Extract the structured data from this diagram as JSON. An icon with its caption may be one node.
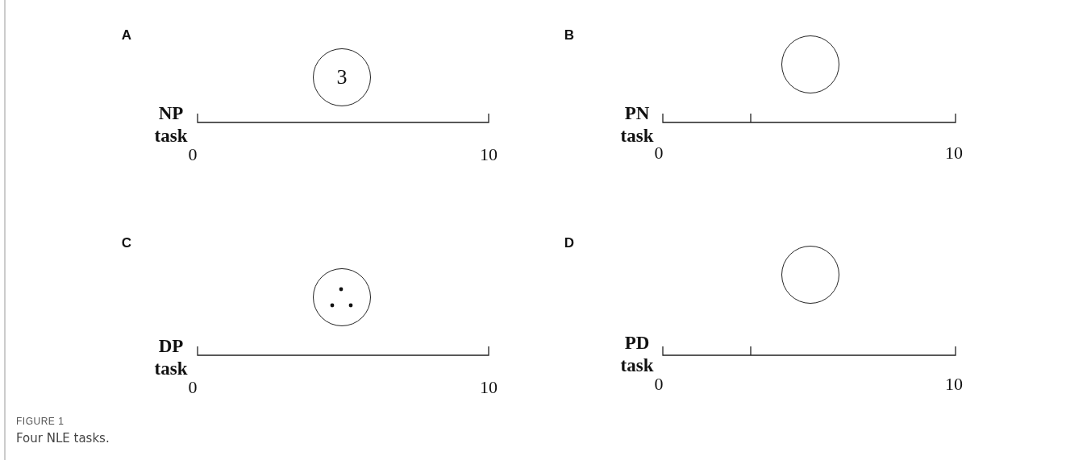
{
  "diagram": {
    "caption": "Four NLE tasks.",
    "nodes": [
      {
        "text": [
          "3"
        ]
      },
      {
        "text": [],
        "shape": "circle"
      },
      {
        "text": [],
        "shape": "circle"
      },
      {
        "text": [],
        "shape": "circle"
      }
    ],
    "labels": [
      "A",
      "B",
      "NP task",
      "PN task",
      "0",
      "10",
      "0",
      "10",
      "C",
      "D",
      "DP task",
      "PD task",
      "0",
      "10",
      "0",
      "10",
      "FIGURE 1"
    ]
  }
}
